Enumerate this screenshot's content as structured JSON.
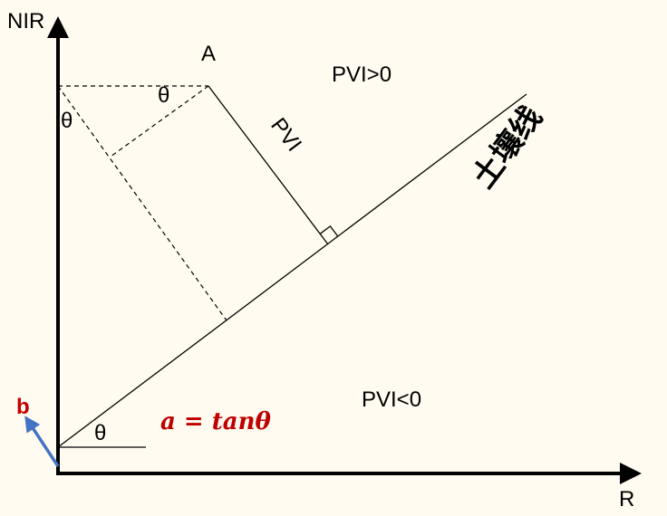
{
  "labels": {
    "y_axis": "NIR",
    "x_axis": "R",
    "point": "A",
    "pvi_positive": "PVI>0",
    "pvi_negative": "PVI<0",
    "pvi": "PVI",
    "soil_line": "土壤线",
    "theta": "θ",
    "slope_formula": "a = tanθ",
    "intercept": "b"
  },
  "colors": {
    "background": "#fffbf0",
    "formula": "#c00000",
    "intercept_arrow": "#4472c4"
  }
}
